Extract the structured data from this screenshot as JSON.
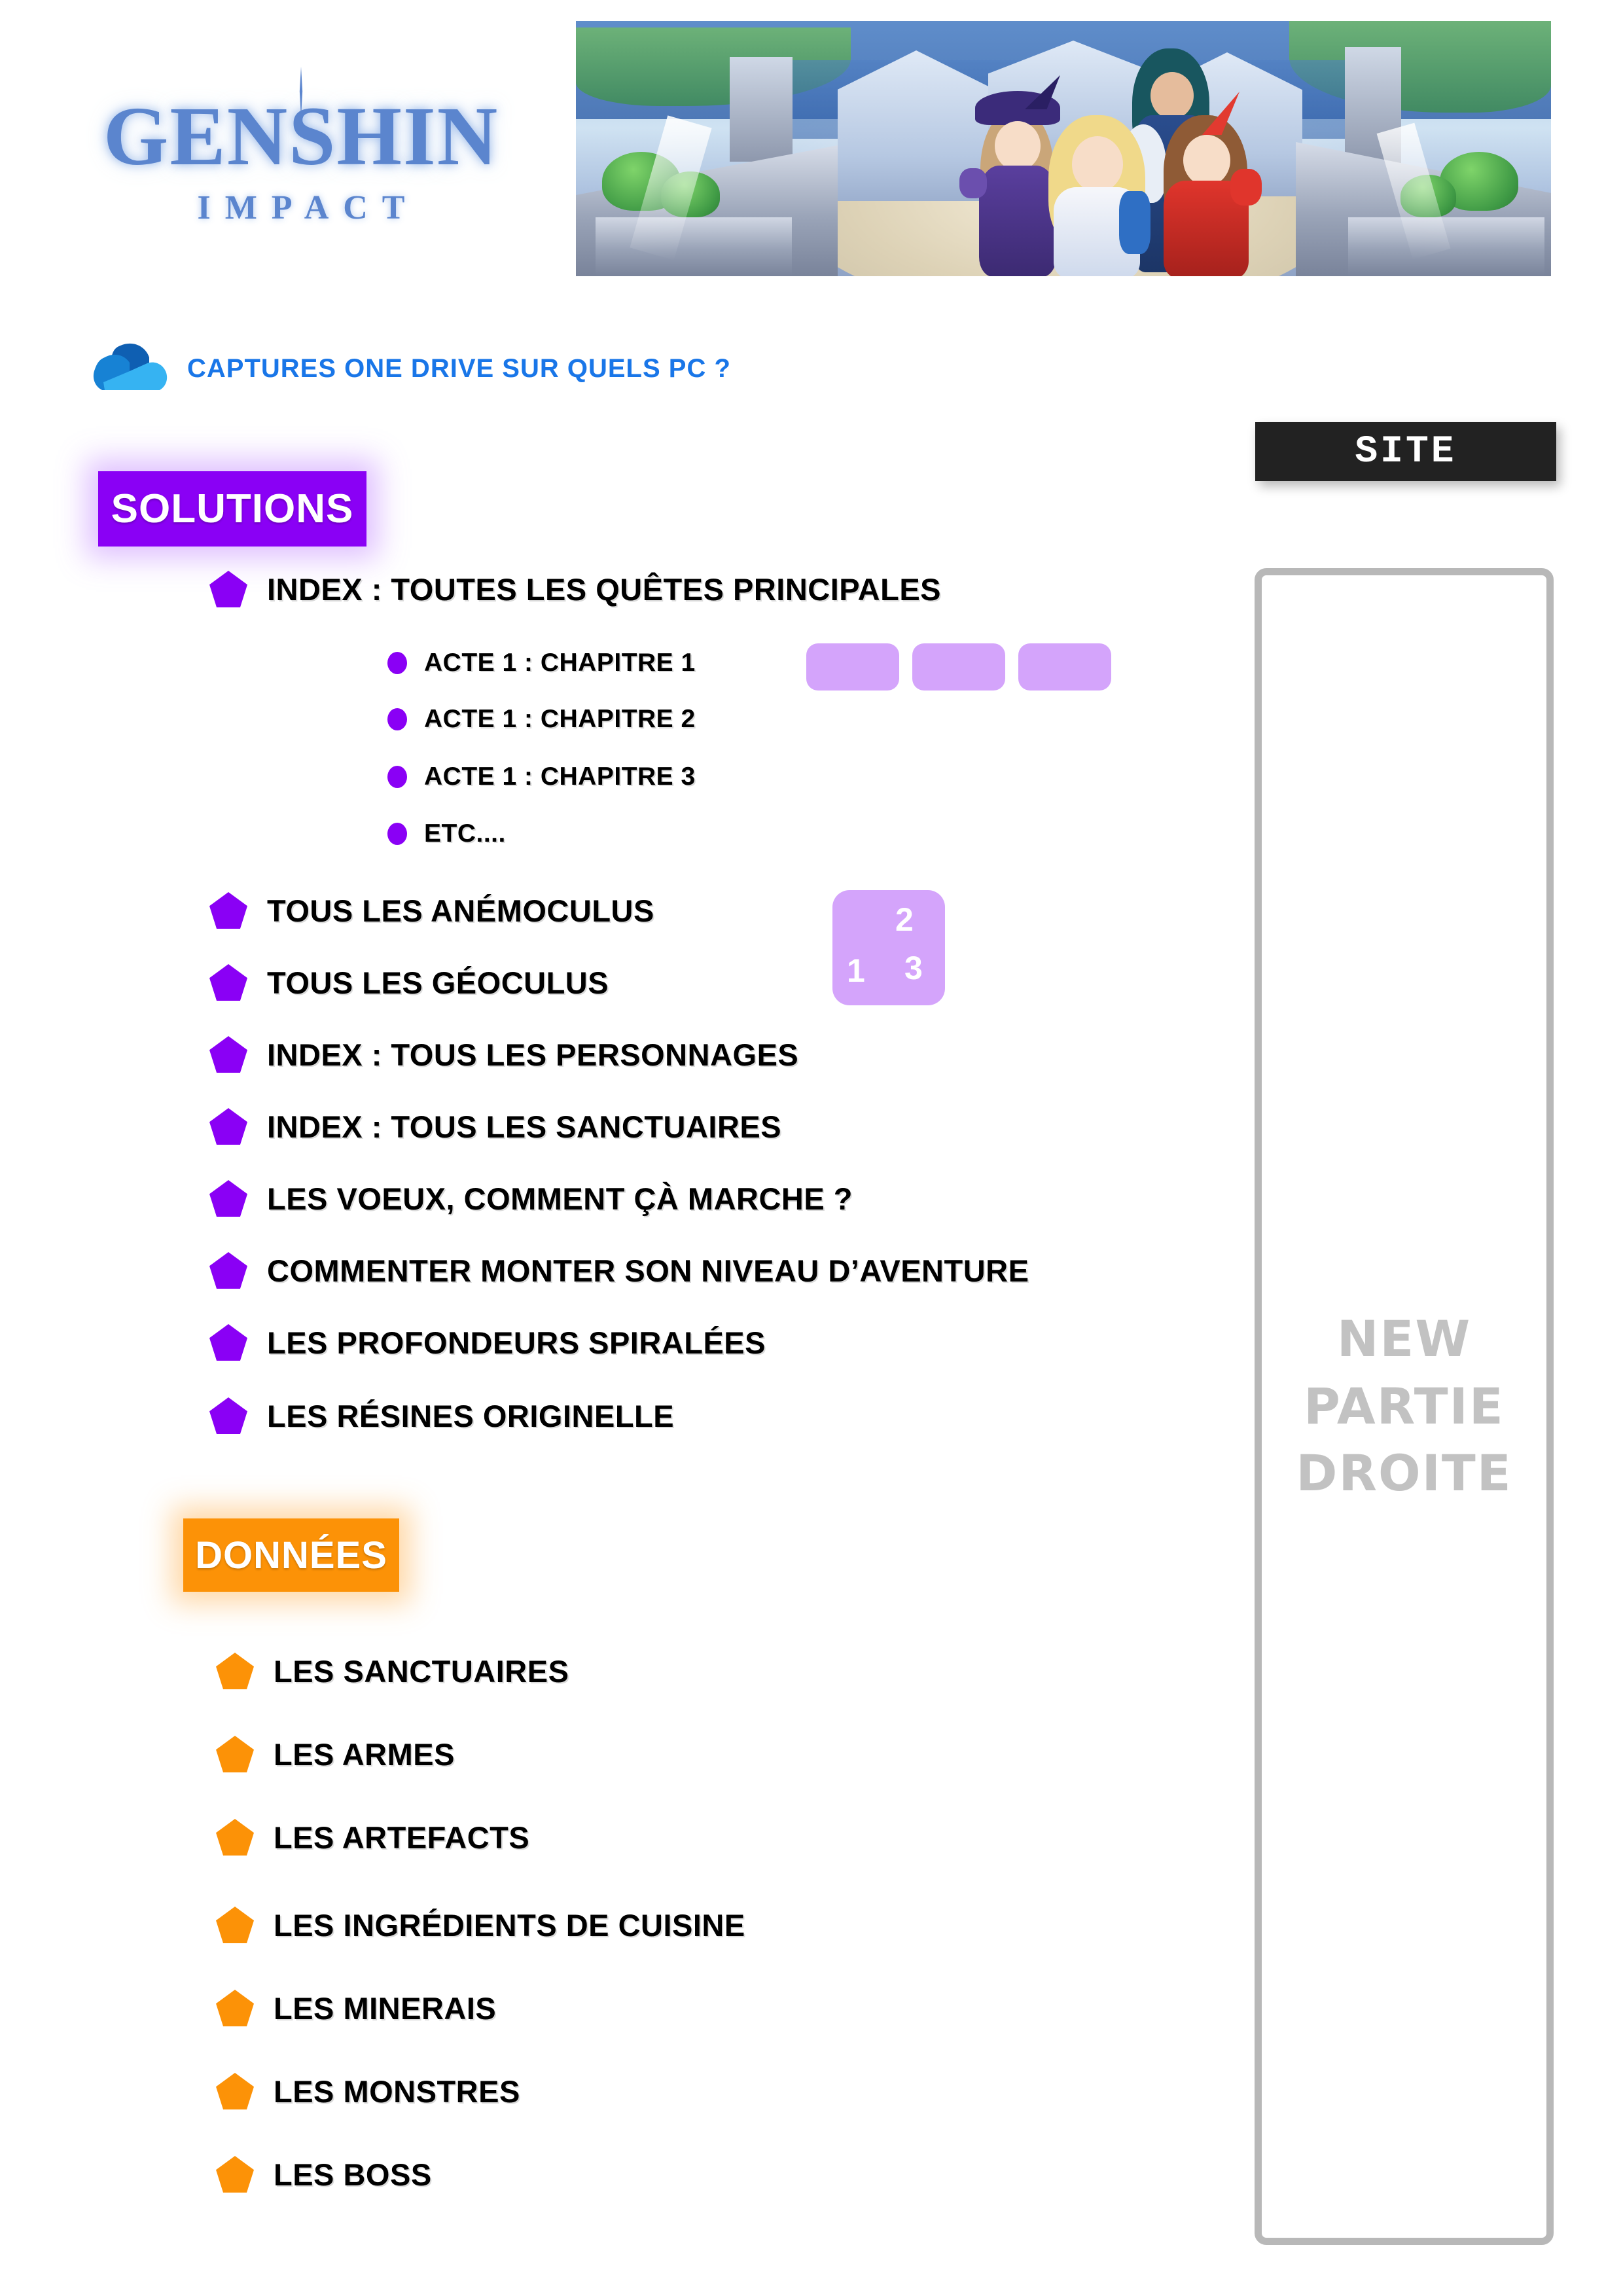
{
  "header": {
    "logo_word": "GENSHIN",
    "logo_sub": "IMPACT",
    "logo_color": "#5b85ce",
    "banner_alt": "genshin-impact-mondstadt-characters-banner"
  },
  "onedrive": {
    "icon": "onedrive-cloud-icon",
    "label": "CAPTURES ONE DRIVE SUR QUELS PC ?",
    "color": "#1976e8"
  },
  "site_badge": {
    "label": "SITE",
    "bg": "#222222",
    "text_color": "#ffffff"
  },
  "right_panel": {
    "line1": "NEW",
    "line2": "PARTIE",
    "line3": "DROITE",
    "border_color": "#b8b8b8",
    "text_color": "#c2c2c2"
  },
  "solutions": {
    "badge_label": "SOLUTIONS",
    "badge_bg": "#8a00f5",
    "bullet_color": "#8a00f5",
    "items": [
      {
        "label": "INDEX : TOUTES LES QUÊTES PRINCIPALES",
        "bullet": "pentagon"
      },
      {
        "label": "ACTE 1 : CHAPITRE 1",
        "bullet": "dot",
        "sub": true
      },
      {
        "label": "ACTE 1 : CHAPITRE 2",
        "bullet": "dot",
        "sub": true
      },
      {
        "label": "ACTE 1 : CHAPITRE 3",
        "bullet": "dot",
        "sub": true
      },
      {
        "label": "ETC....",
        "bullet": "dot",
        "sub": true
      },
      {
        "label": "TOUS LES ANÉMOCULUS",
        "bullet": "pentagon"
      },
      {
        "label": "TOUS LES GÉOCULUS",
        "bullet": "pentagon"
      },
      {
        "label": "INDEX : TOUS LES PERSONNAGES",
        "bullet": "pentagon"
      },
      {
        "label": "INDEX : TOUS LES SANCTUAIRES",
        "bullet": "pentagon"
      },
      {
        "label": "LES VOEUX, COMMENT ÇÀ MARCHE ?",
        "bullet": "pentagon"
      },
      {
        "label": "COMMENTER MONTER SON NIVEAU D’AVENTURE",
        "bullet": "pentagon"
      },
      {
        "label": "LES PROFONDEURS SPIRALÉES",
        "bullet": "pentagon"
      },
      {
        "label": "LES RÉSINES ORIGINELLE",
        "bullet": "pentagon"
      }
    ]
  },
  "swatches": {
    "color": "#d4a4fb",
    "count": 3
  },
  "number_card": {
    "color": "#d4a4fb",
    "n2": "2",
    "n1": "1",
    "n3": "3"
  },
  "donnees": {
    "badge_label": "DONNÉES",
    "badge_bg": "#fc9207",
    "bullet_color": "#fc9207",
    "items": [
      {
        "label": "LES SANCTUAIRES"
      },
      {
        "label": "LES ARMES"
      },
      {
        "label": "LES ARTEFACTS"
      },
      {
        "label": "LES INGRÉDIENTS DE CUISINE"
      },
      {
        "label": "LES MINERAIS"
      },
      {
        "label": "LES MONSTRES"
      },
      {
        "label": "LES BOSS"
      }
    ]
  }
}
